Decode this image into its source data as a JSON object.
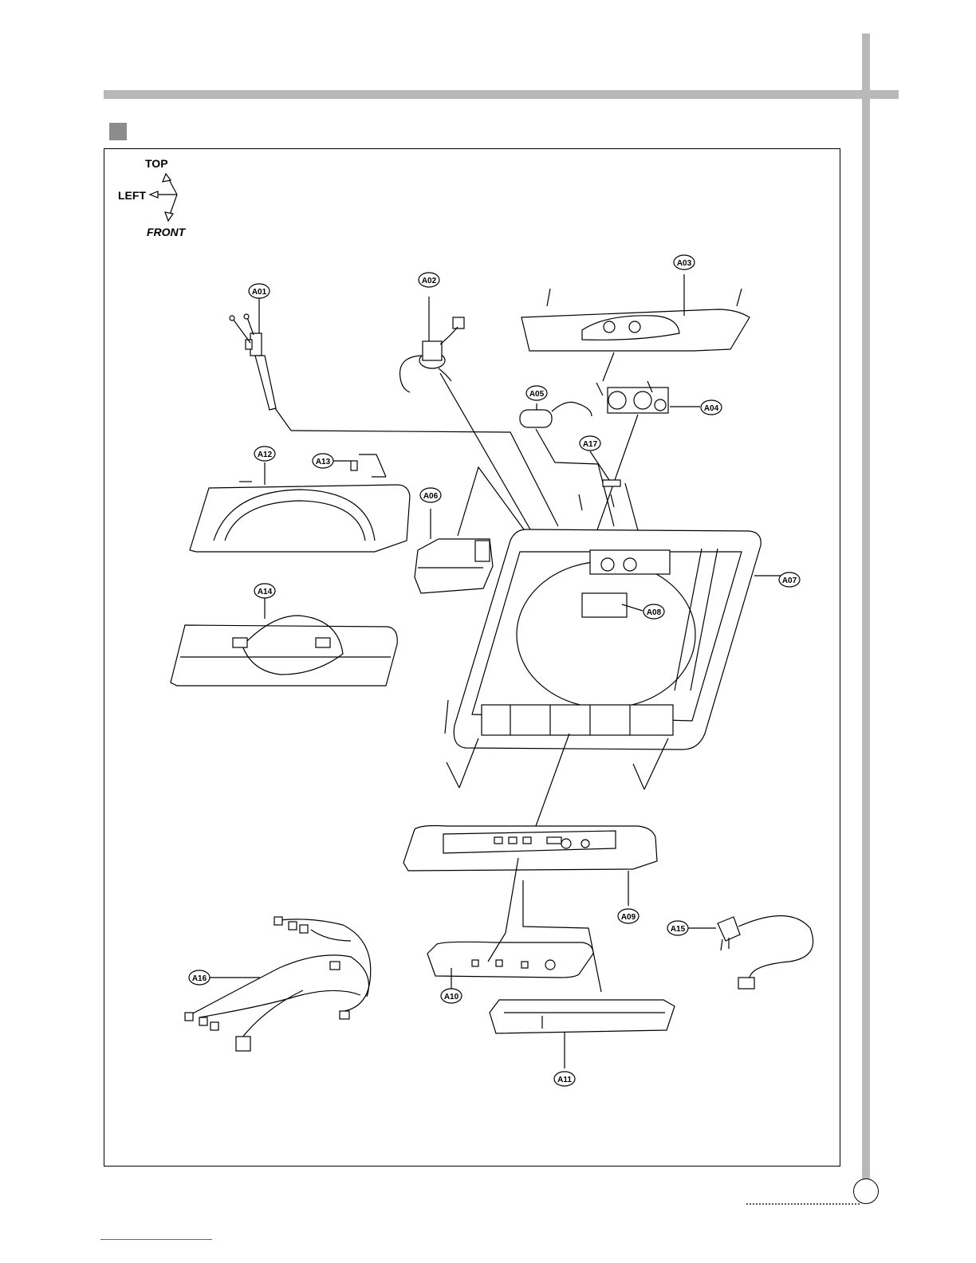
{
  "orientation": {
    "top": "TOP",
    "left": "LEFT",
    "front": "FRONT"
  },
  "parts": {
    "a01": "A01",
    "a02": "A02",
    "a03": "A03",
    "a04": "A04",
    "a05": "A05",
    "a06": "A06",
    "a07": "A07",
    "a08": "A08",
    "a09": "A09",
    "a10": "A10",
    "a11": "A11",
    "a12": "A12",
    "a13": "A13",
    "a14": "A14",
    "a15": "A15",
    "a16": "A16",
    "a17": "A17"
  }
}
